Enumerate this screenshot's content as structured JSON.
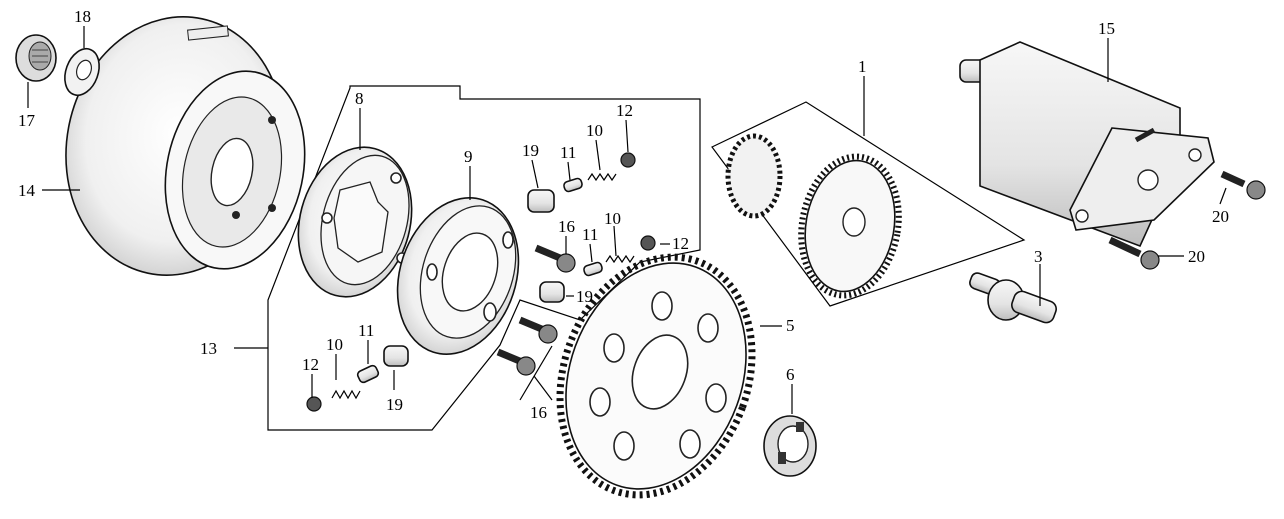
{
  "diagram": {
    "callouts": [
      {
        "id": "c1",
        "label": "1"
      },
      {
        "id": "c3",
        "label": "3"
      },
      {
        "id": "c5",
        "label": "5"
      },
      {
        "id": "c6",
        "label": "6"
      },
      {
        "id": "c8",
        "label": "8"
      },
      {
        "id": "c9",
        "label": "9"
      },
      {
        "id": "c10a",
        "label": "10"
      },
      {
        "id": "c10b",
        "label": "10"
      },
      {
        "id": "c10c",
        "label": "10"
      },
      {
        "id": "c11a",
        "label": "11"
      },
      {
        "id": "c11b",
        "label": "11"
      },
      {
        "id": "c11c",
        "label": "11"
      },
      {
        "id": "c12a",
        "label": "12"
      },
      {
        "id": "c12b",
        "label": "12"
      },
      {
        "id": "c12c",
        "label": "12"
      },
      {
        "id": "c13",
        "label": "13"
      },
      {
        "id": "c14",
        "label": "14"
      },
      {
        "id": "c15",
        "label": "15"
      },
      {
        "id": "c16a",
        "label": "16"
      },
      {
        "id": "c16b",
        "label": "16"
      },
      {
        "id": "c17",
        "label": "17"
      },
      {
        "id": "c18",
        "label": "18"
      },
      {
        "id": "c19a",
        "label": "19"
      },
      {
        "id": "c19b",
        "label": "19"
      },
      {
        "id": "c19c",
        "label": "19"
      },
      {
        "id": "c20a",
        "label": "20"
      },
      {
        "id": "c20b",
        "label": "20"
      }
    ]
  }
}
